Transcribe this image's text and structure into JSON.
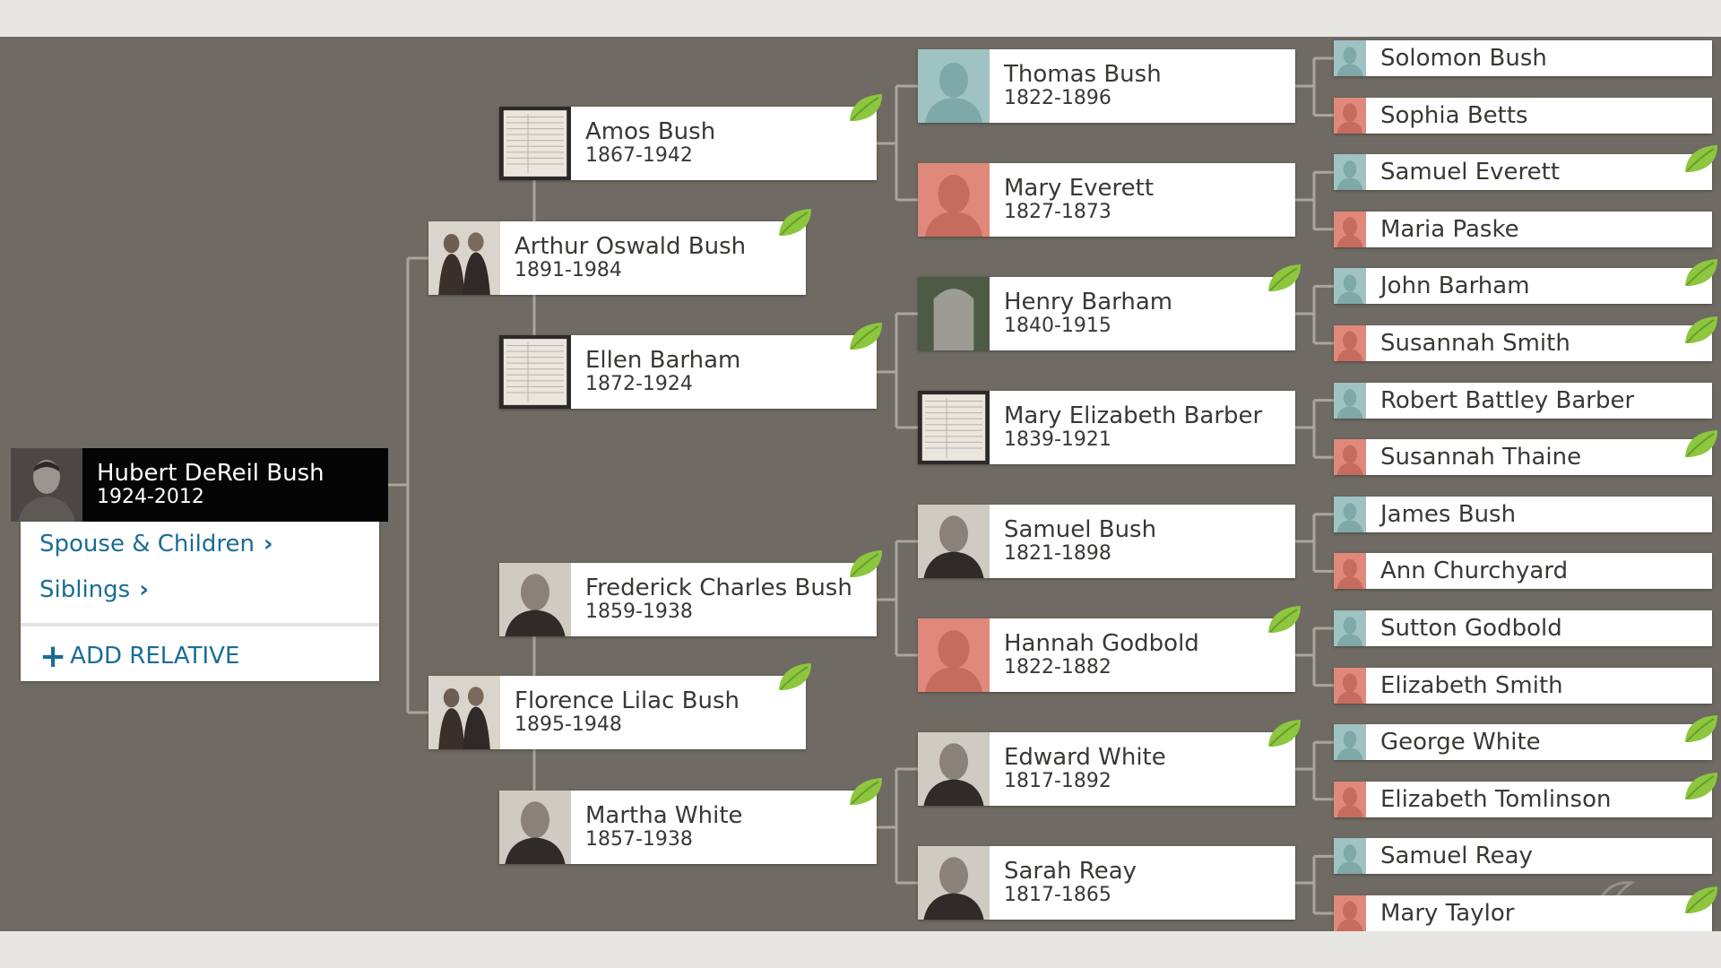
{
  "root": {
    "name": "Hubert DeReil Bush",
    "years": "1924-2012",
    "menu": {
      "spouse_children": "Spouse & Children",
      "siblings": "Siblings",
      "add_relative": "ADD RELATIVE"
    }
  },
  "parents": [
    {
      "name": "Arthur Oswald Bush",
      "years": "1891-1984",
      "photo": "couple-photo"
    },
    {
      "name": "Florence Lilac Bush",
      "years": "1895-1948",
      "photo": "couple-photo"
    }
  ],
  "grandparents": [
    {
      "name": "Amos Bush",
      "years": "1867-1942",
      "photo": "document-photo"
    },
    {
      "name": "Ellen Barham",
      "years": "1872-1924",
      "photo": "document-photo"
    },
    {
      "name": "Frederick Charles Bush",
      "years": "1859-1938",
      "photo": "portrait-photo"
    },
    {
      "name": "Martha White",
      "years": "1857-1938",
      "photo": "portrait-photo"
    }
  ],
  "great_grandparents": [
    {
      "name": "Thomas Bush",
      "years": "1822-1896",
      "photo": "silhouette-male"
    },
    {
      "name": "Mary Everett",
      "years": "1827-1873",
      "photo": "silhouette-female"
    },
    {
      "name": "Henry Barham",
      "years": "1840-1915",
      "photo": "gravestone-photo"
    },
    {
      "name": "Mary Elizabeth Barber",
      "years": "1839-1921",
      "photo": "document-photo"
    },
    {
      "name": "Samuel Bush",
      "years": "1821-1898",
      "photo": "portrait-photo"
    },
    {
      "name": "Hannah Godbold",
      "years": "1822-1882",
      "photo": "silhouette-female"
    },
    {
      "name": "Edward White",
      "years": "1817-1892",
      "photo": "portrait-photo"
    },
    {
      "name": "Sarah Reay",
      "years": "1817-1865",
      "photo": "portrait-photo"
    }
  ],
  "gg_grandparents": [
    {
      "name": "Solomon Bush",
      "gender": "male"
    },
    {
      "name": "Sophia Betts",
      "gender": "female"
    },
    {
      "name": "Samuel Everett",
      "gender": "male"
    },
    {
      "name": "Maria Paske",
      "gender": "female"
    },
    {
      "name": "John Barham",
      "gender": "male"
    },
    {
      "name": "Susannah Smith",
      "gender": "female"
    },
    {
      "name": "Robert Battley Barber",
      "gender": "male"
    },
    {
      "name": "Susannah Thaine",
      "gender": "female"
    },
    {
      "name": "James Bush",
      "gender": "male"
    },
    {
      "name": "Ann Churchyard",
      "gender": "female"
    },
    {
      "name": "Sutton Godbold",
      "gender": "male"
    },
    {
      "name": "Elizabeth Smith",
      "gender": "female"
    },
    {
      "name": "George White",
      "gender": "male"
    },
    {
      "name": "Elizabeth Tomlinson",
      "gender": "female"
    },
    {
      "name": "Samuel Reay",
      "gender": "male"
    },
    {
      "name": "Mary Taylor",
      "gender": "female"
    }
  ],
  "colors": {
    "background": "#6f6a63",
    "link": "#1a6d96",
    "male_silhouette": "#9fc3c3",
    "female_silhouette": "#e0897a",
    "hint_leaf": "#8dc63f"
  }
}
